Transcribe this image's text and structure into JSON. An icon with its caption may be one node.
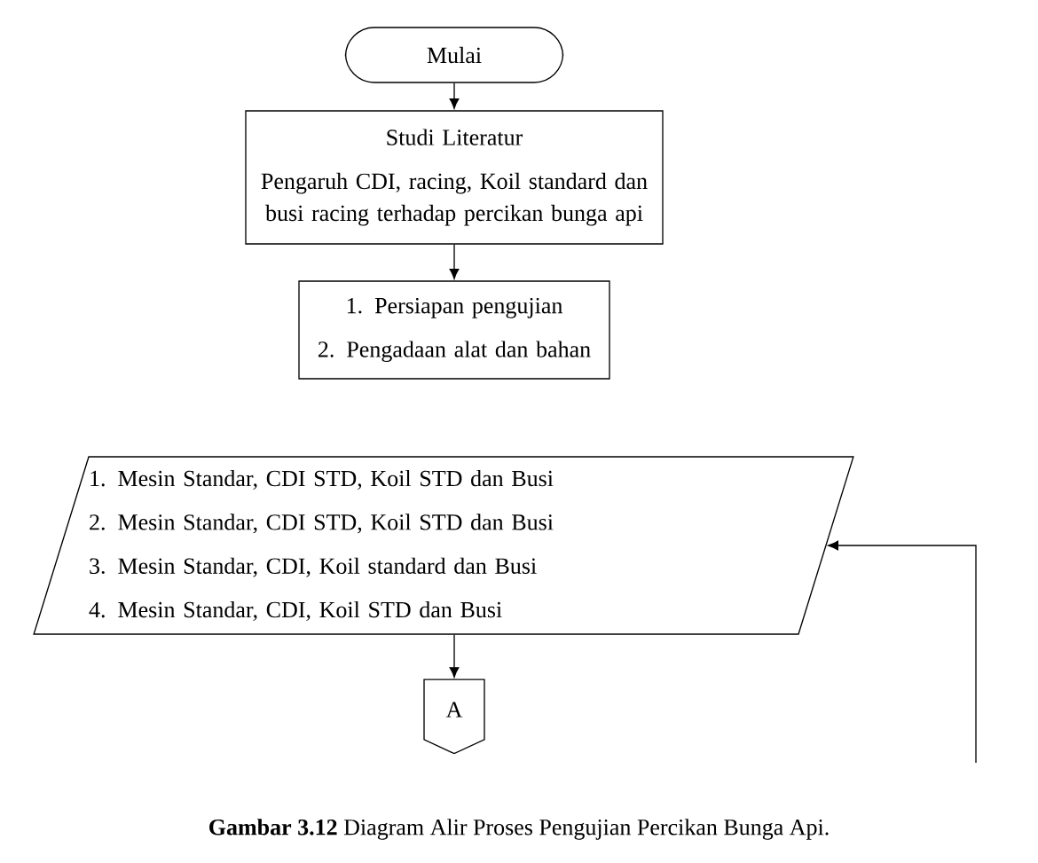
{
  "diagram": {
    "caption": "**Gambar 3.12** Diagram Alir Proses Pengujian Percikan Bunga Api.",
    "nodes": [
      {
        "text": [
          "Mulai"
        ]
      },
      {
        "text": [
          "Studi Literatur",
          "Pengaruh CDI, racing, Koil standard dan busi racing terhadap percikan bunga api"
        ]
      },
      {
        "text": [
          "1. Persiapan pengujian",
          "2. Pengadaan alat dan bahan"
        ]
      },
      {
        "text": [
          "1. Mesin Standar, CDI STD, Koil STD dan Busi",
          "2. Mesin Standar, CDI STD, Koil STD dan Busi",
          "3. Mesin Standar, CDI, Koil standard dan Busi",
          "4. Mesin Standar, CDI, Koil STD dan Busi"
        ]
      },
      {
        "text": [
          "A"
        ]
      }
    ],
    "edges": [
      {
        "from": 0,
        "to": 1,
        "arrow": "to"
      },
      {
        "from": 1,
        "to": 2,
        "arrow": "to"
      },
      {
        "from": 3,
        "to": 4,
        "arrow": "to"
      },
      {
        "from": null,
        "to": 3,
        "arrow": "to"
      }
    ]
  }
}
